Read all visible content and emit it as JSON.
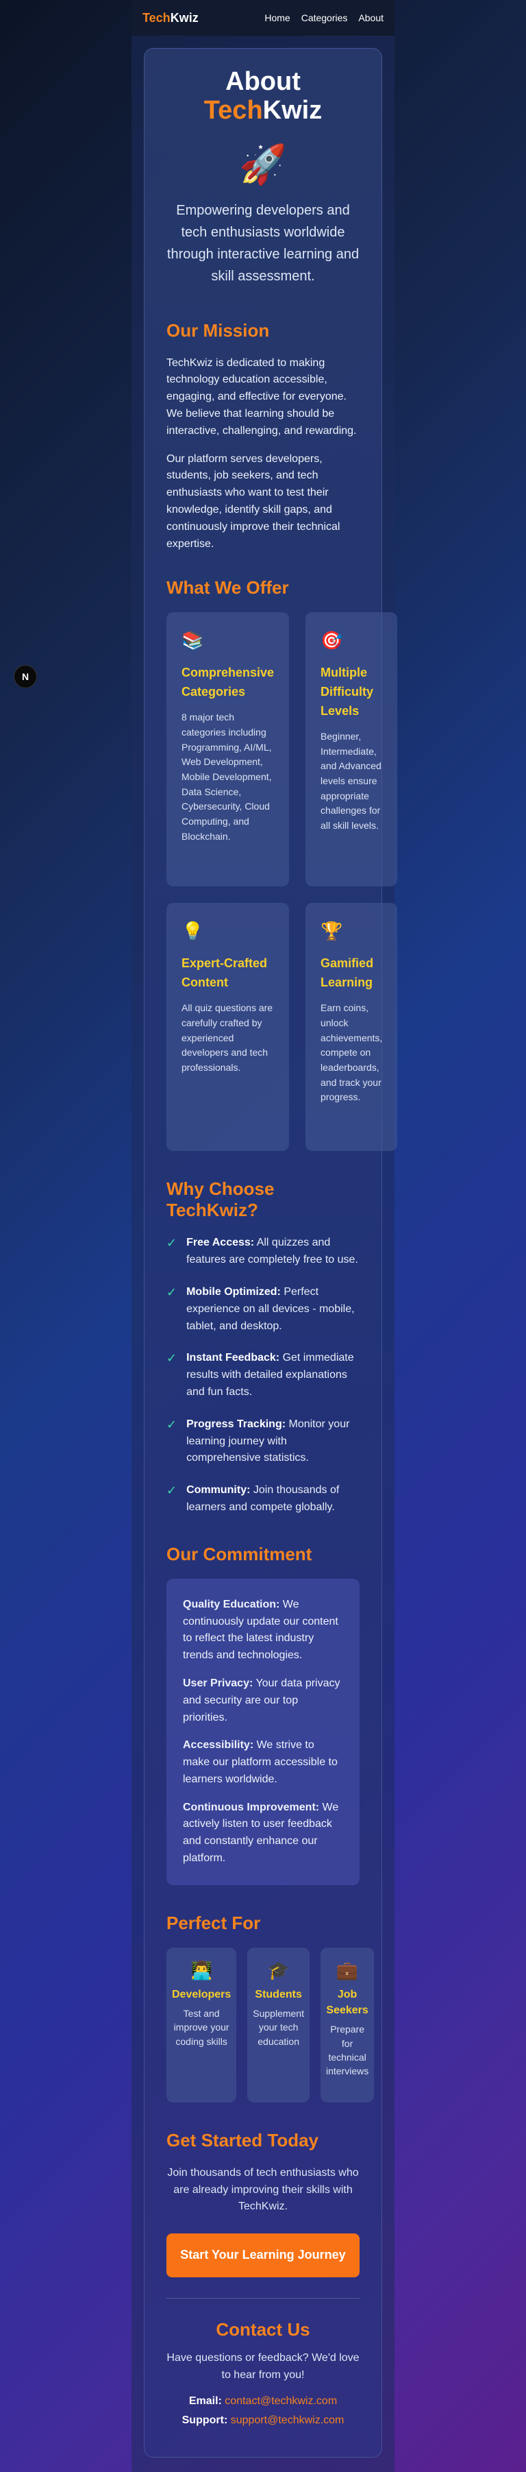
{
  "nav": {
    "brand_part1": "Tech",
    "brand_part2": "Kwiz",
    "links": [
      "Home",
      "Categories",
      "About"
    ]
  },
  "floating_badge": "N",
  "hero": {
    "title_line1": "About",
    "title_part1": "Tech",
    "title_part2": "Kwiz",
    "icon": "🚀",
    "lead": "Empowering developers and tech enthusiasts worldwide through interactive learning and skill assessment."
  },
  "mission": {
    "heading": "Our Mission",
    "p1": "TechKwiz is dedicated to making technology education accessible, engaging, and effective for everyone. We believe that learning should be interactive, challenging, and rewarding.",
    "p2": "Our platform serves developers, students, job seekers, and tech enthusiasts who want to test their knowledge, identify skill gaps, and continuously improve their technical expertise."
  },
  "offer": {
    "heading": "What We Offer",
    "items": [
      {
        "icon": "📚",
        "title": "Comprehensive Categories",
        "text": "8 major tech categories including Programming, AI/ML, Web Development, Mobile Development, Data Science, Cybersecurity, Cloud Computing, and Blockchain."
      },
      {
        "icon": "🎯",
        "title": "Multiple Difficulty Levels",
        "text": "Beginner, Intermediate, and Advanced levels ensure appropriate challenges for all skill levels."
      },
      {
        "icon": "💡",
        "title": "Expert-Crafted Content",
        "text": "All quiz questions are carefully crafted by experienced developers and tech professionals."
      },
      {
        "icon": "🏆",
        "title": "Gamified Learning",
        "text": "Earn coins, unlock achievements, compete on leaderboards, and track your progress."
      }
    ]
  },
  "why": {
    "heading": "Why Choose TechKwiz?",
    "items": [
      {
        "bold": "Free Access:",
        "text": " All quizzes and features are completely free to use."
      },
      {
        "bold": "Mobile Optimized:",
        "text": " Perfect experience on all devices - mobile, tablet, and desktop."
      },
      {
        "bold": "Instant Feedback:",
        "text": " Get immediate results with detailed explanations and fun facts."
      },
      {
        "bold": "Progress Tracking:",
        "text": " Monitor your learning journey with comprehensive statistics."
      },
      {
        "bold": "Community:",
        "text": " Join thousands of learners and compete globally."
      }
    ]
  },
  "commitment": {
    "heading": "Our Commitment",
    "items": [
      {
        "bold": "Quality Education:",
        "text": " We continuously update our content to reflect the latest industry trends and technologies."
      },
      {
        "bold": "User Privacy:",
        "text": " Your data privacy and security are our top priorities."
      },
      {
        "bold": "Accessibility:",
        "text": " We strive to make our platform accessible to learners worldwide."
      },
      {
        "bold": "Continuous Improvement:",
        "text": " We actively listen to user feedback and constantly enhance our platform."
      }
    ]
  },
  "perfect": {
    "heading": "Perfect For",
    "items": [
      {
        "icon": "👨‍💻",
        "title": "Developers",
        "text": "Test and improve your coding skills"
      },
      {
        "icon": "🎓",
        "title": "Students",
        "text": "Supplement your tech education"
      },
      {
        "icon": "💼",
        "title": "Job Seekers",
        "text": "Prepare for technical interviews"
      }
    ]
  },
  "get_started": {
    "heading": "Get Started Today",
    "text": "Join thousands of tech enthusiasts who are already improving their skills with TechKwiz.",
    "button": "Start Your Learning Journey"
  },
  "contact": {
    "heading": "Contact Us",
    "text": "Have questions or feedback? We'd love to hear from you!",
    "email_label": "Email:",
    "email": "contact@techkwiz.com",
    "support_label": "Support:",
    "support": "support@techkwiz.com"
  },
  "colors": {
    "accent_orange": "#f5841f",
    "accent_yellow": "#f7d02b",
    "check_green": "#3ed6a8",
    "button_orange": "#f97316"
  }
}
